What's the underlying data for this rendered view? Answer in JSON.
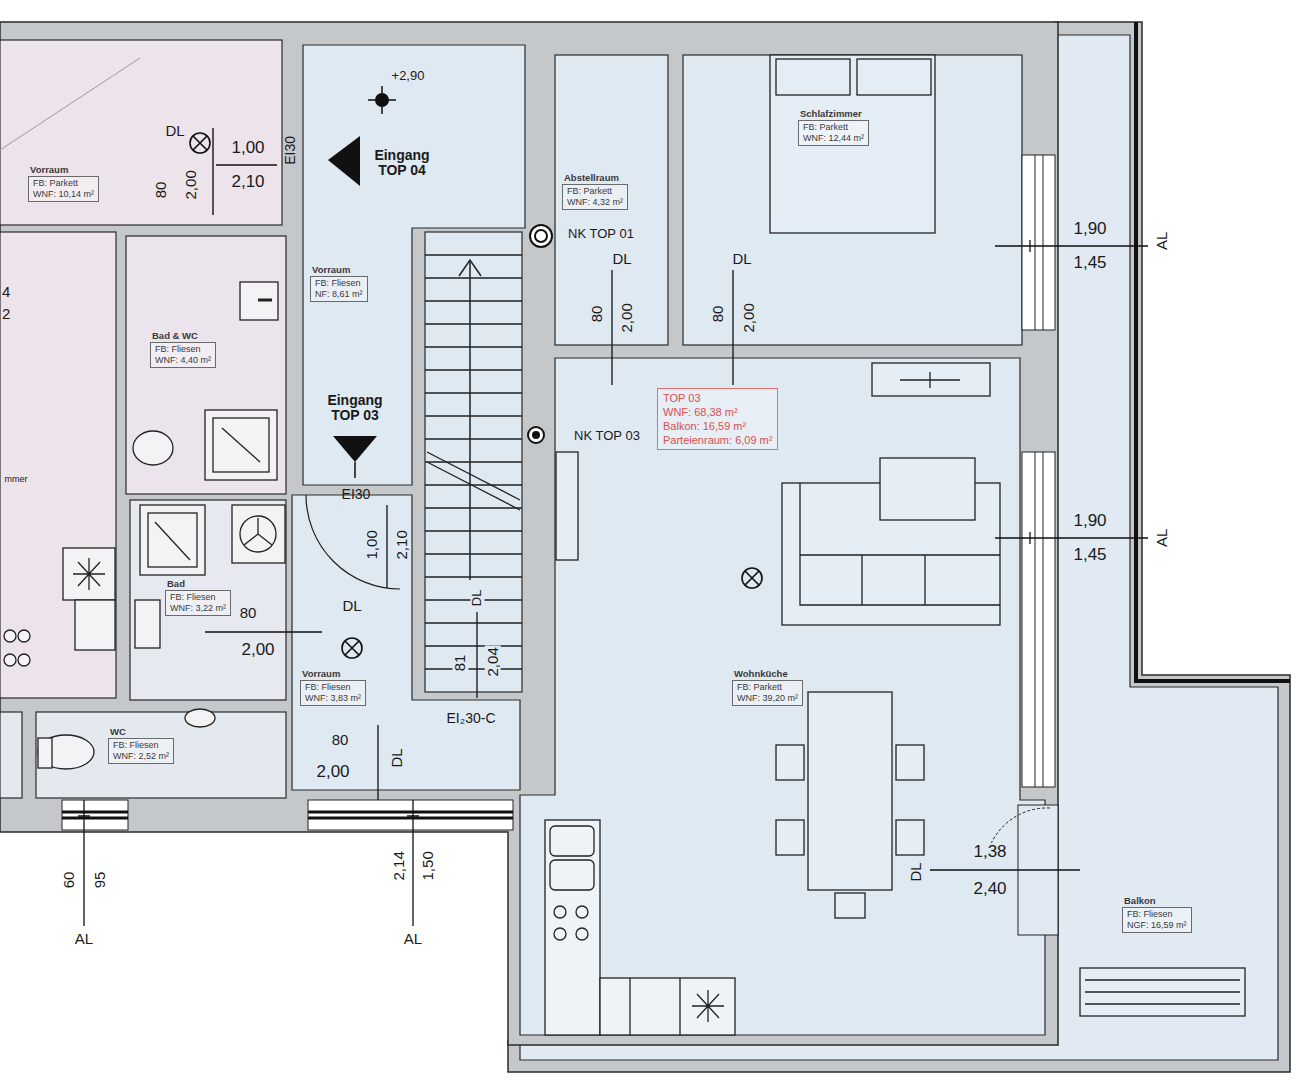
{
  "diagram": {
    "nodes": [
      {
        "text": [
          "Vorraum",
          "FB: Parkett",
          "WNF: 10,14 m²"
        ]
      },
      {
        "text": [
          "Bad & WC",
          "FB: Fliesen",
          "WNF: 4,40 m²"
        ]
      },
      {
        "text": [
          "Bad",
          "FB: Fliesen",
          "WNF: 3,22 m²"
        ]
      },
      {
        "text": [
          "WC",
          "FB: Fliesen",
          "WNF: 2,52 m²"
        ]
      },
      {
        "text": [
          "Vorraum",
          "FB: Fliesen",
          "NF: 8,61 m²"
        ]
      },
      {
        "text": [
          "Vorraum",
          "FB: Fliesen",
          "WNF: 3,83 m²"
        ]
      },
      {
        "text": [
          "Abstellraum",
          "FB: Parkett",
          "WNF: 4,32 m²"
        ]
      },
      {
        "text": [
          "Schlafzimmer",
          "FB: Parkett",
          "WNF: 12,44 m²"
        ]
      },
      {
        "text": [
          "TOP 03",
          "WNF: 68,38 m²",
          "Balkon: 16,59 m²",
          "Parteienraum: 6,09 m²"
        ]
      },
      {
        "text": [
          "Wohnküche",
          "FB: Parkett",
          "WNF: 39,20 m²"
        ]
      },
      {
        "text": [
          "Balkon",
          "FB: Fliesen",
          "NGF: 16,59 m²"
        ]
      }
    ],
    "labels": [
      "+2,90",
      "DL",
      "1,00",
      "2,10",
      "EI30",
      "80",
      "2,00",
      "Eingang TOP 04",
      "4",
      "2",
      "mmer",
      "Eingang TOP 03",
      "EI30",
      "1,00",
      "2,10",
      "DL",
      "80",
      "2,00",
      "NK TOP 01",
      "DL",
      "80",
      "2,00",
      "DL",
      "80",
      "2,00",
      "NK TOP 03",
      "1,90",
      "1,45",
      "AL",
      "1,90",
      "1,45",
      "AL",
      "DL",
      "81",
      "2,04",
      "EI₂30-C",
      "80",
      "2,00",
      "DL",
      "1,38",
      "2,40",
      "DL",
      "60",
      "95",
      "AL",
      "2,14",
      "1,50",
      "AL"
    ]
  }
}
